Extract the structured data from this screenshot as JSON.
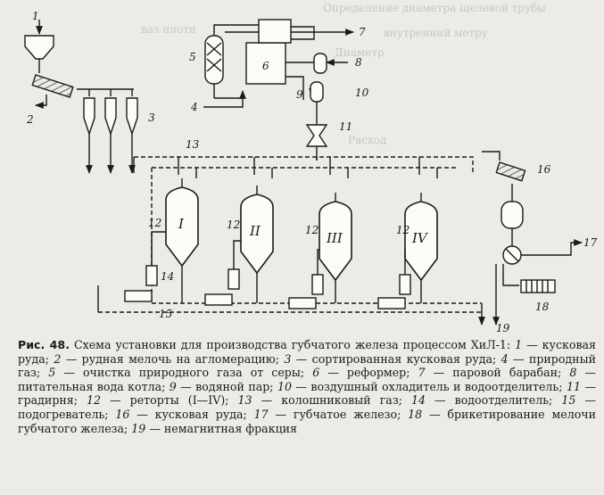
{
  "background_text": [
    "Определение диаметра щелевой трубы",
    "ваз плотн",
    "внутренний метру",
    "Диаметр",
    "Расход"
  ],
  "labels": {
    "n1": "1",
    "n2": "2",
    "n3": "3",
    "n4": "4",
    "n5": "5",
    "n6": "6",
    "n7": "7",
    "n8": "8",
    "n9": "9",
    "n10": "10",
    "n11": "11",
    "n12": "12",
    "n13": "13",
    "n14": "14",
    "n15": "15",
    "n16": "16",
    "n17": "17",
    "n18": "18",
    "n19": "19",
    "r1": "I",
    "r2": "II",
    "r3": "III",
    "r4": "IV"
  },
  "caption": {
    "title": "Рис. 48.",
    "intro": " Схема установки для производства губчатого железа процессом ХиЛ-1: ",
    "items": [
      {
        "n": "1",
        "t": " — кусковая руда; "
      },
      {
        "n": "2",
        "t": " — рудная мелочь на агломерацию; "
      },
      {
        "n": "3",
        "t": " — сортированная кусковая руда; "
      },
      {
        "n": "4",
        "t": " — природный газ; "
      },
      {
        "n": "5",
        "t": " — очистка природного газа от серы; "
      },
      {
        "n": "6",
        "t": " — реформер; "
      },
      {
        "n": "7",
        "t": " — паровой барабан; "
      },
      {
        "n": "8",
        "t": " — питательная вода котла; "
      },
      {
        "n": "9",
        "t": " — водяной пар; "
      },
      {
        "n": "10",
        "t": " — воздушный охладитель и водоотделитель; "
      },
      {
        "n": "11",
        "t": " — градирня; "
      },
      {
        "n": "12",
        "t": " — реторты (I—IV); "
      },
      {
        "n": "13",
        "t": " — колошниковый газ; "
      },
      {
        "n": "14",
        "t": " — водоотделитель; "
      },
      {
        "n": "15",
        "t": " — подогреватель; "
      },
      {
        "n": "16",
        "t": " — кусковая руда; "
      },
      {
        "n": "17",
        "t": " — губчатое железо; "
      },
      {
        "n": "18",
        "t": " — брикетирование мелочи губчатого железа; "
      },
      {
        "n": "19",
        "t": " — немагнитная фракция"
      }
    ]
  }
}
